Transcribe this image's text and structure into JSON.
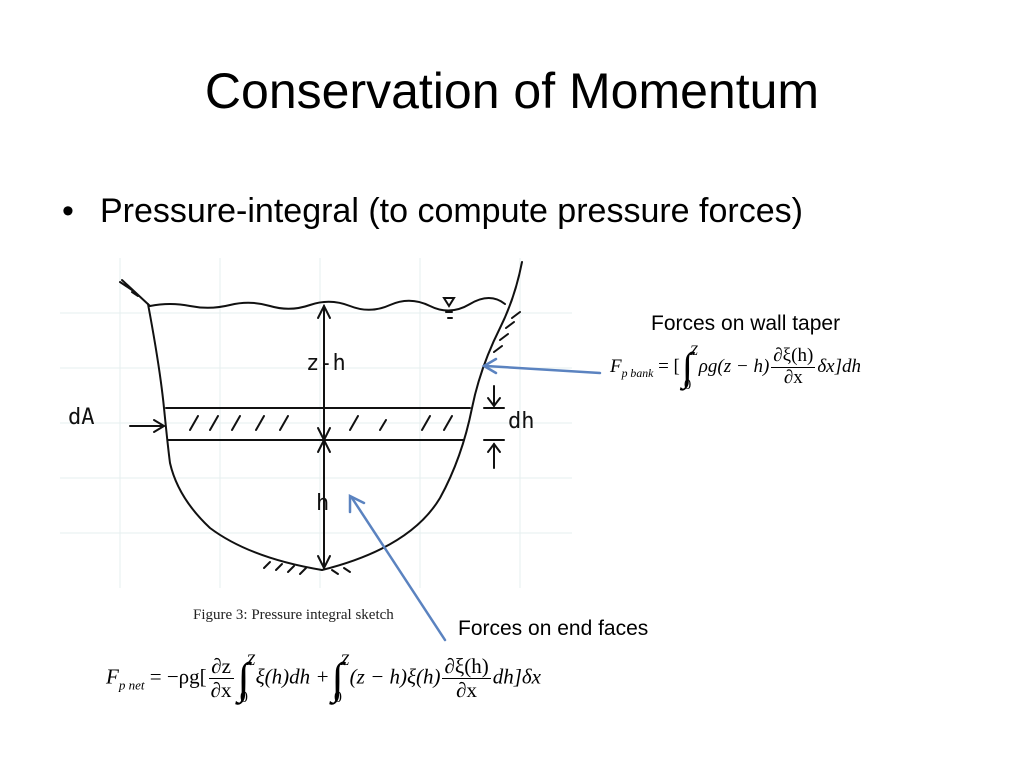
{
  "slide": {
    "title": "Conservation of Momentum",
    "bullet": "Pressure-integral (to compute pressure forces)",
    "figure_caption": "Figure 3:  Pressure integral sketch",
    "callouts": {
      "wall_taper": "Forces on wall taper",
      "end_faces": "Forces on end faces"
    },
    "sketch_labels": {
      "z_minus_h": "z-h",
      "h": "h",
      "dA": "dA",
      "dh": "dh"
    },
    "equations": {
      "bank": {
        "lhs_symbol": "F",
        "lhs_sub": "p bank",
        "eq": "= [",
        "int_upper": "Z",
        "int_lower": "0",
        "integrand_a": "ρg(z − h)",
        "frac_num": "∂ξ(h)",
        "frac_den": "∂x",
        "tail": "δx]dh"
      },
      "net": {
        "lhs_symbol": "F",
        "lhs_sub": "p net",
        "eq": "= −ρg[",
        "frac1_num": "∂z",
        "frac1_den": "∂x",
        "int1_upper": "Z",
        "int1_lower": "0",
        "mid": "ξ(h)dh +",
        "int2_upper": "Z",
        "int2_lower": "0",
        "integrand_b": "(z − h)ξ(h)",
        "frac2_num": "∂ξ(h)",
        "frac2_den": "∂x",
        "tail": "dh]δx"
      }
    }
  },
  "colors": {
    "arrow": "#5b83c0",
    "text": "#000000"
  }
}
